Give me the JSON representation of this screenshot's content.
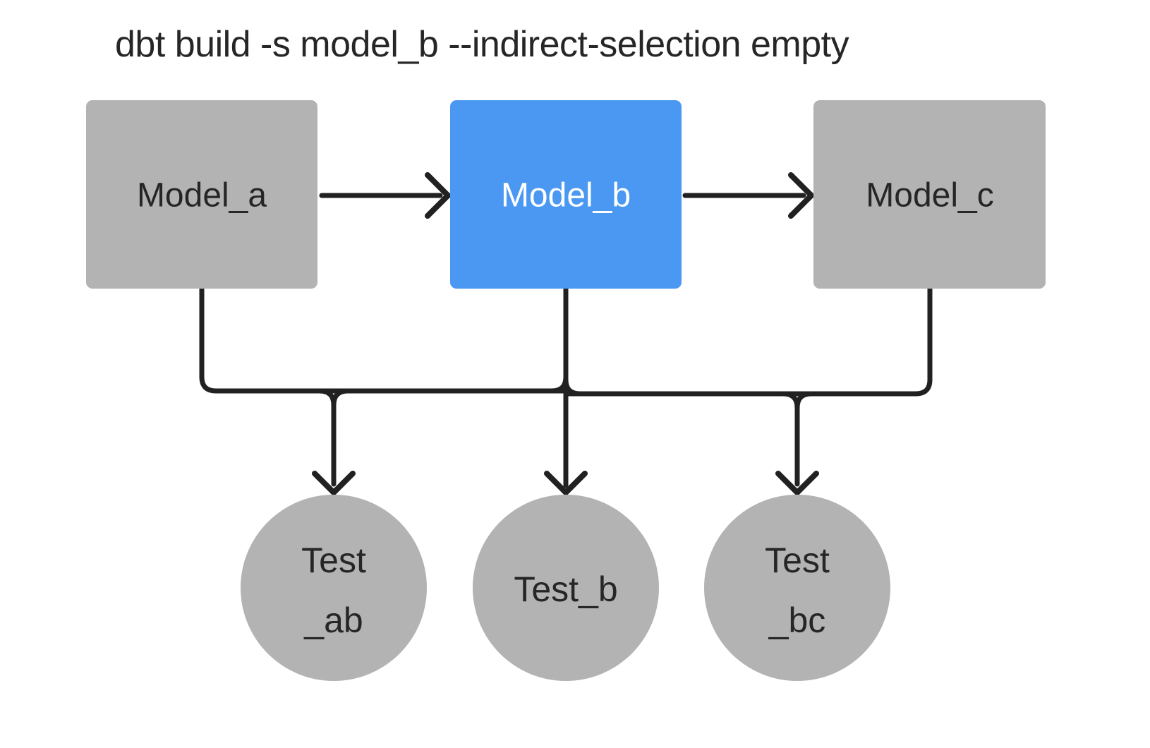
{
  "title": "dbt build -s model_b --indirect-selection empty",
  "colors": {
    "background": "#ffffff",
    "node_gray": "#b3b3b3",
    "selected_blue": "#4a98f2",
    "edge_dark": "#212121",
    "label_dark": "#262626",
    "label_light": "#ffffff"
  },
  "nodes": {
    "model_a": {
      "label": "Model_a",
      "type": "model"
    },
    "model_b": {
      "label": "Model_b",
      "type": "model",
      "highlighted": true
    },
    "model_c": {
      "label": "Model_c",
      "type": "model"
    },
    "test_ab": {
      "label_line1": "Test",
      "label_line2": "_ab",
      "type": "test"
    },
    "test_b": {
      "label": "Test_b",
      "type": "test"
    },
    "test_bc": {
      "label_line1": "Test",
      "label_line2": "_bc",
      "type": "test"
    }
  },
  "edges": [
    {
      "from": "model_a",
      "to": "model_b"
    },
    {
      "from": "model_b",
      "to": "model_c"
    },
    {
      "from": "model_a",
      "to": "test_ab"
    },
    {
      "from": "model_b",
      "to": "test_ab"
    },
    {
      "from": "model_b",
      "to": "test_b"
    },
    {
      "from": "model_b",
      "to": "test_bc"
    },
    {
      "from": "model_c",
      "to": "test_bc"
    }
  ]
}
